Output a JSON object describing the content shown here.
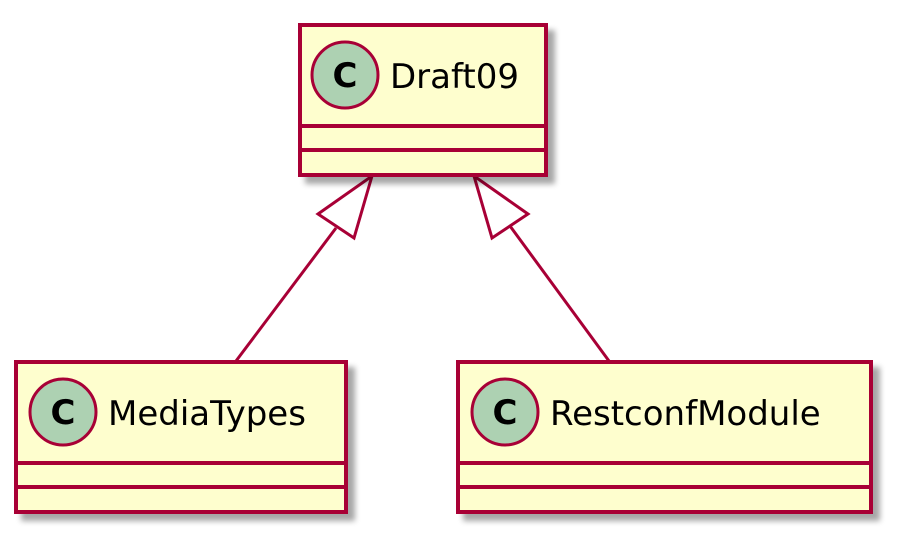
{
  "diagram": {
    "colors": {
      "class_fill": "#FEFECE",
      "class_border": "#A80036",
      "badge_fill": "#ADD1B2",
      "arrow": "#A80036",
      "shadow": "#D4D4D4",
      "text": "#000000"
    },
    "stereotype_letter": "C",
    "classes": {
      "draft09": {
        "name": "Draft09"
      },
      "mediatypes": {
        "name": "MediaTypes"
      },
      "restconfmodule": {
        "name": "RestconfModule"
      }
    },
    "relations": [
      {
        "type": "generalization",
        "from": "MediaTypes",
        "to": "Draft09"
      },
      {
        "type": "generalization",
        "from": "RestconfModule",
        "to": "Draft09"
      }
    ]
  }
}
